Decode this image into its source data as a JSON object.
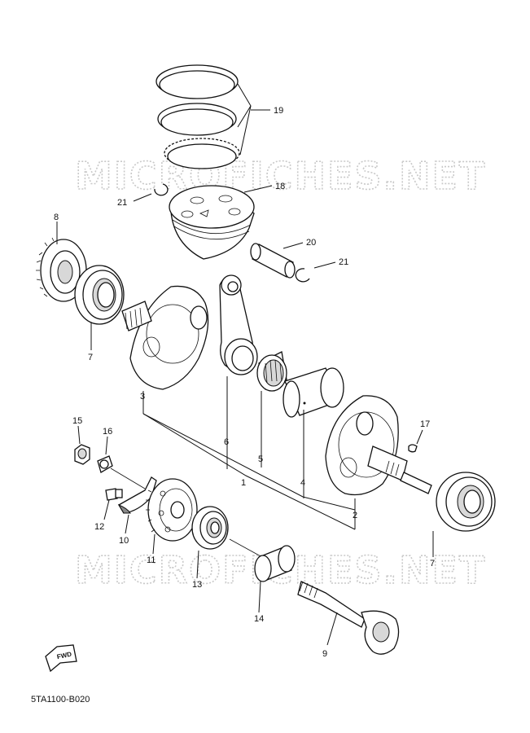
{
  "diagram": {
    "watermark_text": "MICROFICHES.NET",
    "drawing_code": "5TA1100-B020",
    "fwd_label": "FWD",
    "callouts": [
      {
        "id": "19",
        "label": "19"
      },
      {
        "id": "18",
        "label": "18"
      },
      {
        "id": "21a",
        "label": "21"
      },
      {
        "id": "21b",
        "label": "21"
      },
      {
        "id": "20",
        "label": "20"
      },
      {
        "id": "8",
        "label": "8"
      },
      {
        "id": "7a",
        "label": "7"
      },
      {
        "id": "3",
        "label": "3"
      },
      {
        "id": "6",
        "label": "6"
      },
      {
        "id": "5",
        "label": "5"
      },
      {
        "id": "1",
        "label": "1"
      },
      {
        "id": "4",
        "label": "4"
      },
      {
        "id": "2",
        "label": "2"
      },
      {
        "id": "17",
        "label": "17"
      },
      {
        "id": "7b",
        "label": "7"
      },
      {
        "id": "15",
        "label": "15"
      },
      {
        "id": "16",
        "label": "16"
      },
      {
        "id": "12",
        "label": "12"
      },
      {
        "id": "10",
        "label": "10"
      },
      {
        "id": "11",
        "label": "11"
      },
      {
        "id": "13",
        "label": "13"
      },
      {
        "id": "14",
        "label": "14"
      },
      {
        "id": "9",
        "label": "9"
      }
    ]
  }
}
